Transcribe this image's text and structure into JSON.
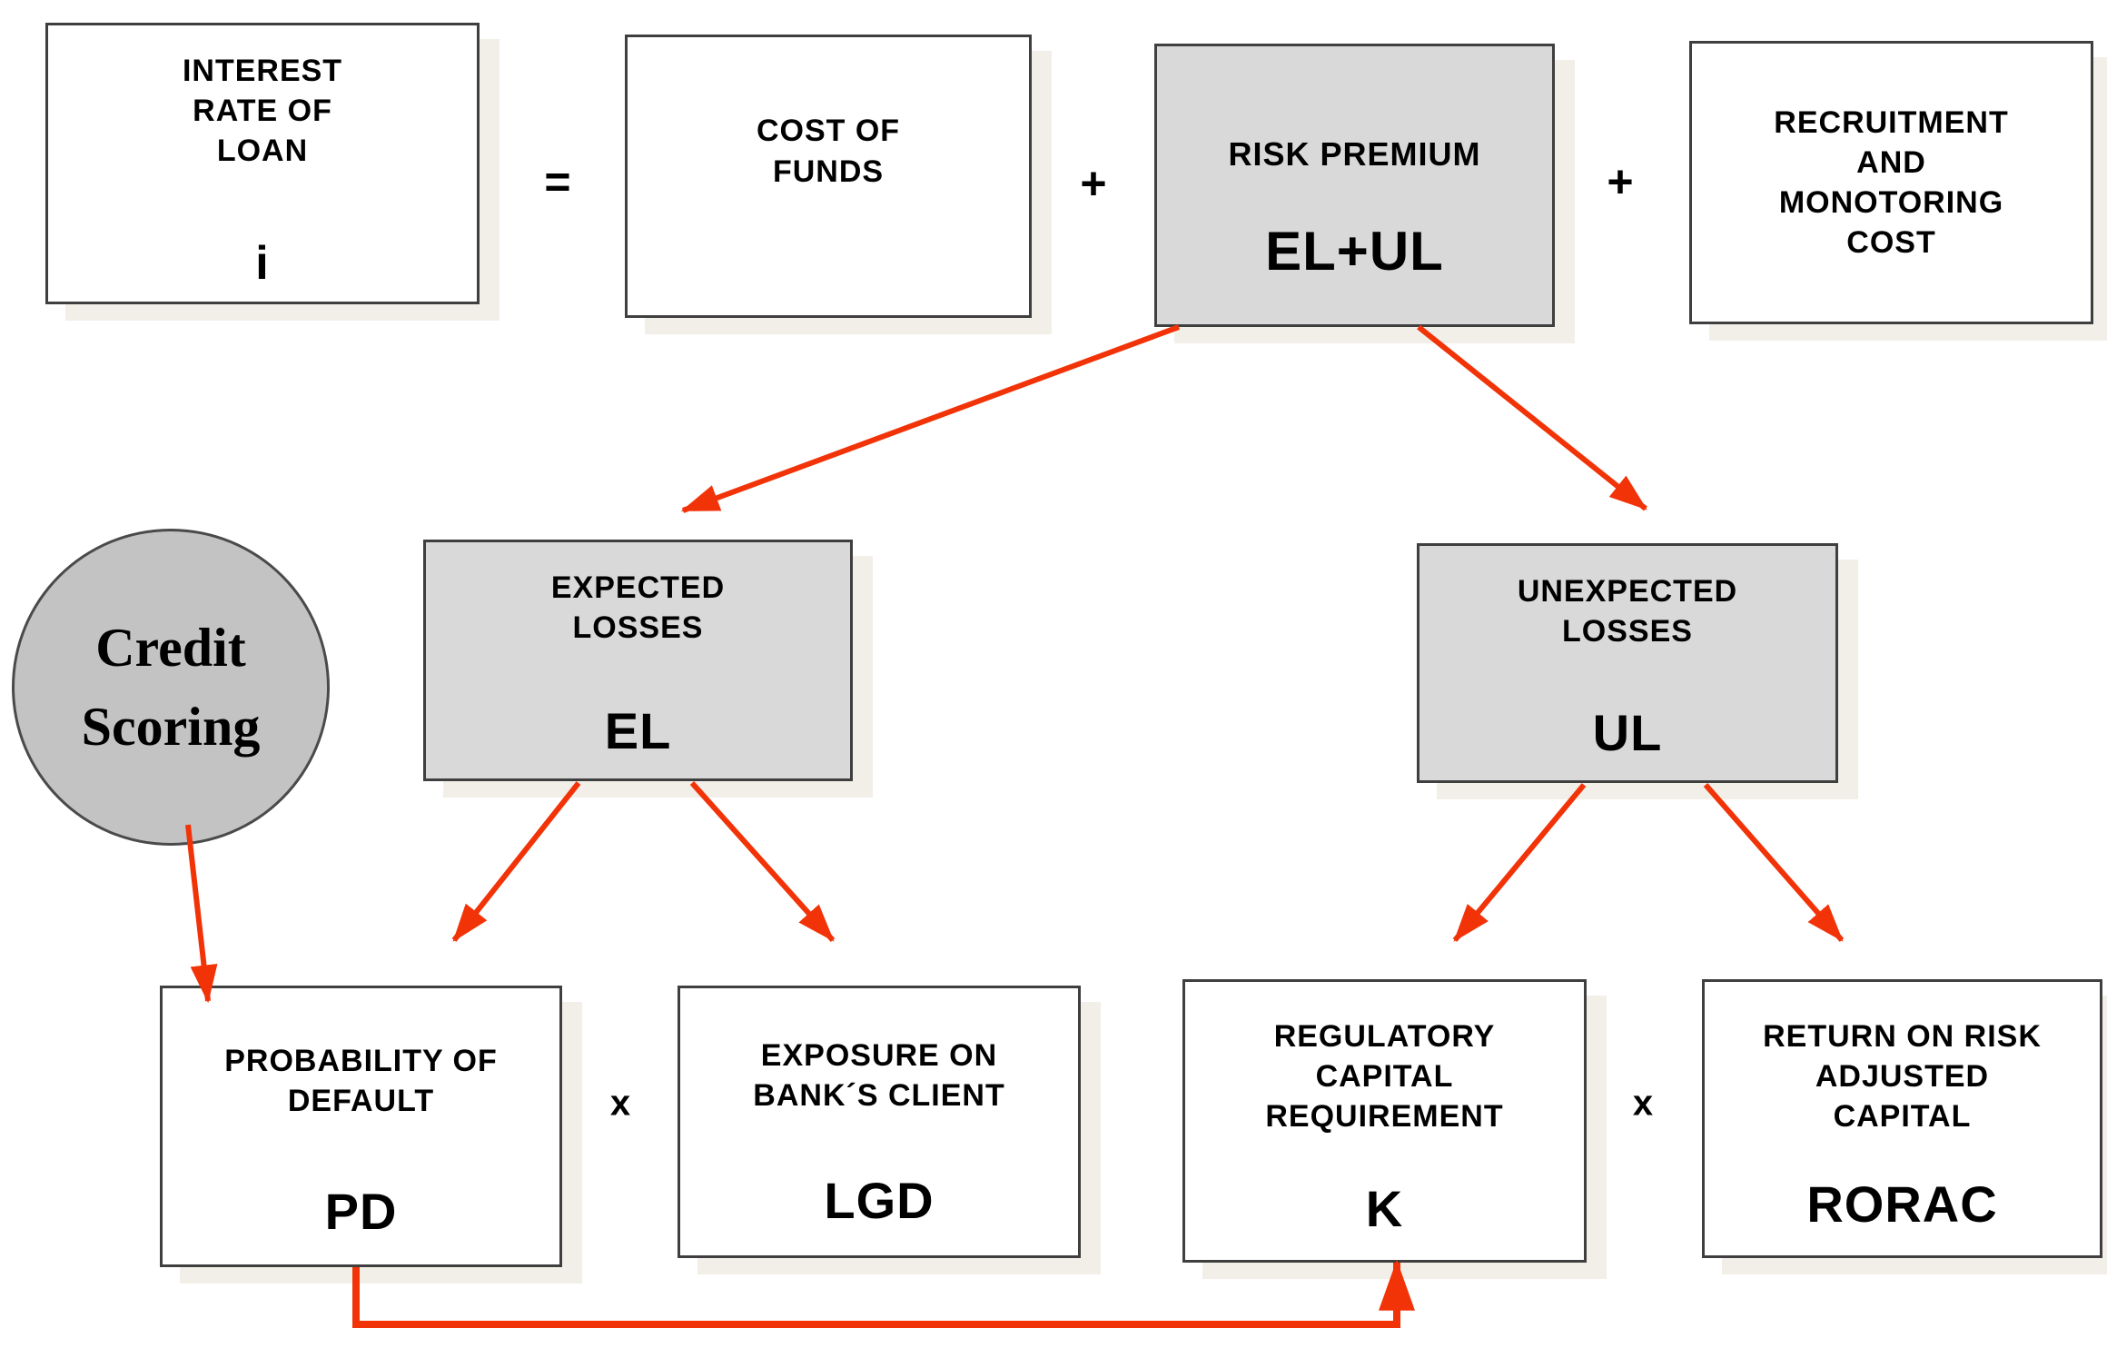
{
  "colors": {
    "arrow": "#f23308",
    "node_fill_white": "#ffffff",
    "node_fill_gray": "#d9d9d9",
    "ellipse_fill": "#c3c3c3",
    "border": "#3f3f3f",
    "shadow": "#f2efe8",
    "text": "#000000"
  },
  "nodes": {
    "interest": {
      "label": "INTEREST\nRATE OF\nLOAN",
      "symbol": "i"
    },
    "cost": {
      "label": "COST OF\nFUNDS"
    },
    "risk": {
      "label": "RISK PREMIUM",
      "symbol": "EL+UL"
    },
    "recruit": {
      "label": "RECRUITMENT\nAND\nMONOTORING\nCOST"
    },
    "credit": {
      "label": "Credit\nScoring"
    },
    "el": {
      "label": "EXPECTED\nLOSSES",
      "symbol": "EL"
    },
    "ul": {
      "label": "UNEXPECTED\nLOSSES",
      "symbol": "UL"
    },
    "pd": {
      "label": "PROBABILITY OF\nDEFAULT",
      "symbol": "PD"
    },
    "lgd": {
      "label": "EXPOSURE ON\nBANK´S CLIENT",
      "symbol": "LGD"
    },
    "k": {
      "label": "REGULATORY\nCAPITAL\nREQUIREMENT",
      "symbol": "K"
    },
    "rorac": {
      "label": "RETURN ON RISK\nADJUSTED\nCAPITAL",
      "symbol": "RORAC"
    }
  },
  "operators": {
    "equals": "=",
    "plus_1": "+",
    "plus_2": "+",
    "times_1": "x",
    "times_2": "x"
  }
}
